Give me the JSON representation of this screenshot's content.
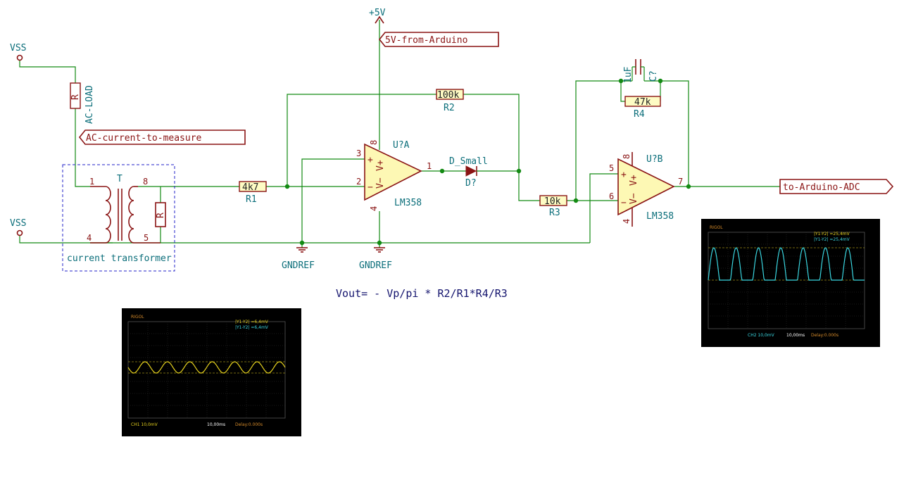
{
  "power": {
    "vss_left_top": "VSS",
    "vss_left_bottom": "VSS",
    "plus5v": "+5V",
    "gnd1": "GNDREF",
    "gnd2": "GNDREF"
  },
  "labels": {
    "five_v_from_arduino": "5V-from-Arduino",
    "ac_current": "AC-current-to-measure",
    "to_adc": "to-Arduino-ADC"
  },
  "load": {
    "symbol": "R",
    "name": "AC-LOAD"
  },
  "transformer": {
    "ref": "T",
    "box_label": "current transformer",
    "pins": [
      "1",
      "8",
      "4",
      "5"
    ],
    "burden": "R"
  },
  "resistors": {
    "r1": {
      "value": "4k7",
      "ref": "R1"
    },
    "r2": {
      "value": "100k",
      "ref": "R2"
    },
    "r3": {
      "value": "10k",
      "ref": "R3"
    },
    "r4": {
      "value": "47k",
      "ref": "R4"
    }
  },
  "capacitor": {
    "value": "1uF",
    "ref": "C?"
  },
  "diode": {
    "value": "D_Small",
    "ref": "D?"
  },
  "opamp_a": {
    "ref": "U?A",
    "part": "LM358",
    "pins": {
      "plus": "3",
      "minus": "2",
      "out": "1",
      "vp": "8",
      "vn": "4"
    },
    "sym_plus": "+",
    "sym_minus": "−",
    "sym_vp": "V+",
    "sym_vn": "V−"
  },
  "opamp_b": {
    "ref": "U?B",
    "part": "LM358",
    "pins": {
      "plus": "5",
      "minus": "6",
      "out": "7",
      "vp": "8",
      "vn": "4"
    },
    "sym_plus": "+",
    "sym_minus": "−",
    "sym_vp": "V+",
    "sym_vn": "V−"
  },
  "equation": "Vout= - Vp/pi * R2/R1*R4/R3",
  "scope_left": {
    "brand": "RIGOL",
    "cursor1": "|Y1-Y2| =6,4mV",
    "cursor2": "|Y1-Y2| =6,4mV",
    "channel": "CH1 10,0mV",
    "time": "10,00ms",
    "delay": "Delay:0.000s",
    "trace_color": "#e6d21e",
    "cursor2_color": "#3ad6e0"
  },
  "scope_right": {
    "brand": "RIGOL",
    "cursor1": "|Y1-Y2| =25,4mV",
    "cursor2": "|Y1-Y2| =25,4mV",
    "channel": "CH2 10,0mV",
    "time": "10,00ms",
    "delay": "Delay:0.000s",
    "trace_color": "#3ad6e0"
  }
}
